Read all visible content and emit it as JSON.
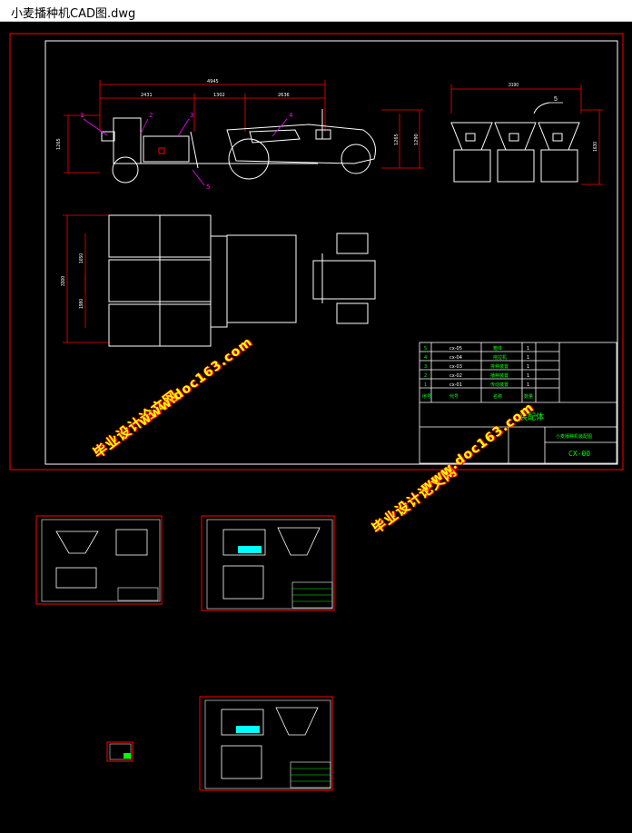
{
  "window": {
    "title": "小麦播种机CAD图.dwg"
  },
  "colors": {
    "border": "#ff0000",
    "frame": "#ffffff",
    "dim": "#ff0000",
    "leader": "#ff00ff",
    "wm_text": "#ffff00",
    "wm_shadow": "#ff0000",
    "table_text": "#00ff00",
    "cyan": "#00ffff"
  },
  "main_sheet": {
    "dimensions": {
      "overall_length": "4945",
      "seg1": "2431",
      "seg2": "1302",
      "seg3": "2636",
      "height_left": "1265",
      "height_right_a": "1265",
      "height_right_b": "1290",
      "side_width": "3190",
      "side_height": "1630",
      "plan_outer": "3300",
      "plan_mid": "1650",
      "plan_inner": "1980"
    },
    "part_labels": [
      "1",
      "2",
      "3",
      "4",
      "5"
    ],
    "side_label": "5",
    "bom": [
      {
        "idx": "5",
        "code": "cx-05",
        "name": "箱体",
        "qty": "1"
      },
      {
        "idx": "4",
        "code": "cx-04",
        "name": "拖拉机",
        "qty": "1"
      },
      {
        "idx": "3",
        "code": "cx-03",
        "name": "排种装置",
        "qty": "1"
      },
      {
        "idx": "2",
        "code": "cx-02",
        "name": "播种装置",
        "qty": "1"
      },
      {
        "idx": "1",
        "code": "cx-01",
        "name": "传动装置",
        "qty": "1"
      }
    ],
    "bom_header": {
      "idx": "序号",
      "code": "代号",
      "name": "名称",
      "qty": "数量"
    },
    "title_block": {
      "drawing_name": "装配体",
      "drawing_code": "CX-00",
      "project": "小麦播种机装配图"
    }
  },
  "watermarks": [
    {
      "text": "毕业设计论文网"
    },
    {
      "text": "www.doc163.com"
    },
    {
      "text": "毕业设计论文网"
    },
    {
      "text": "www.doc163.com"
    }
  ]
}
